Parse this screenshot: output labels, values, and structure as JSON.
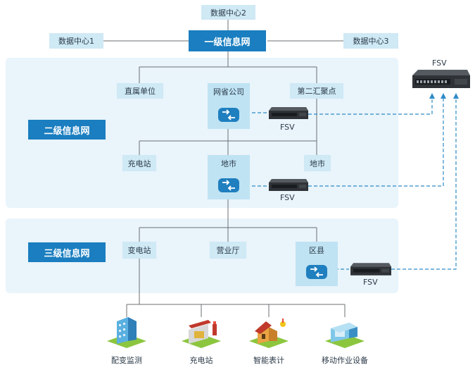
{
  "top": {
    "dc2": "数据中心2",
    "dc1": "数据中心1",
    "dc3": "数据中心3",
    "level1": "一级信息网"
  },
  "tier2": {
    "label": "二级信息网",
    "direct_unit": "直属单位",
    "provincial_company": "网省公司",
    "second_hub": "第二汇聚点",
    "charging_station": "充电站",
    "city": "地市",
    "city_right": "地市"
  },
  "tier3": {
    "label": "三级信息网",
    "substation": "变电站",
    "business_hall": "营业厅",
    "county": "区县"
  },
  "fsv": {
    "main": "FSV",
    "provincial": "FSV",
    "city": "FSV",
    "county": "FSV"
  },
  "devices": [
    {
      "label": "配变监测",
      "icon": "building-icon"
    },
    {
      "label": "充电站",
      "icon": "charging-station-icon"
    },
    {
      "label": "智能表计",
      "icon": "smart-meter-house-icon"
    },
    {
      "label": "移动作业设备",
      "icon": "mobile-device-icon"
    }
  ],
  "colors": {
    "accent": "#1a7ec0",
    "box_light": "#cfe9f5",
    "band": "#e9f4fb",
    "dashed_link": "#2e8bc7"
  }
}
